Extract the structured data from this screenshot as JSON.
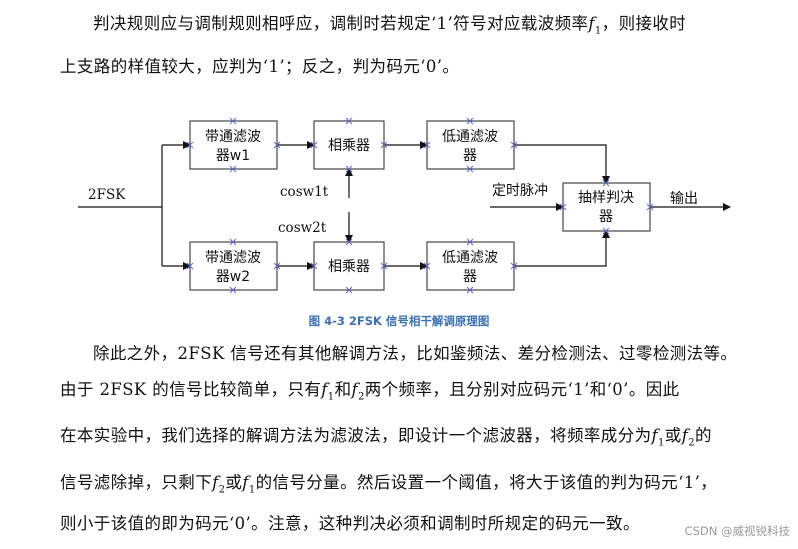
{
  "para1": {
    "line1a": "判决规则应与调制规则相呼应，调制时若规定‘1’符号对应载波频率",
    "f1": "f",
    "f1_sub": "1",
    "line1b": "，则接收时",
    "line2": "上支路的样值较大，应判为‘1’；反之，判为码元‘0’。"
  },
  "diagram": {
    "input_label": "2FSK",
    "bpf1": [
      "带通滤波",
      "器w1"
    ],
    "bpf2": [
      "带通滤波",
      "器w2"
    ],
    "mult1": "相乘器",
    "mult2": "相乘器",
    "lpf1": [
      "低通滤波",
      "器"
    ],
    "lpf2": [
      "低通滤波",
      "器"
    ],
    "carrier1": "cosw1t",
    "carrier2": "cosw2t",
    "timing": "定时脉冲",
    "decider": [
      "抽样判决",
      "器"
    ],
    "output": "输出"
  },
  "caption": "图 4-3 2FSK 信号相干解调原理图",
  "para2": {
    "line1": "除此之外，2FSK 信号还有其他解调方法，比如鉴频法、差分检测法、过零检测法等。",
    "line2a": "由于 2FSK 的信号比较简单，只有",
    "line2b": "和",
    "line2c": "两个频率，且分别对应码元‘1’和‘0’。因此",
    "line3a": "在本实验中，我们选择的解调方法为滤波法，即设计一个滤波器，将频率成分为",
    "line3b": "或",
    "line3c": "的",
    "line4a": "信号滤除掉，只剩下",
    "line4b": "或",
    "line4c": "的信号分量。然后设置一个阈值，将大于该值的判为码元‘1’，",
    "line5": "则小于该值的即为码元‘0’。注意，这种判决必须和调制时所规定的码元一致。",
    "f": "f",
    "sub1": "1",
    "sub2": "2"
  },
  "watermark": "CSDN @威视锐科技"
}
